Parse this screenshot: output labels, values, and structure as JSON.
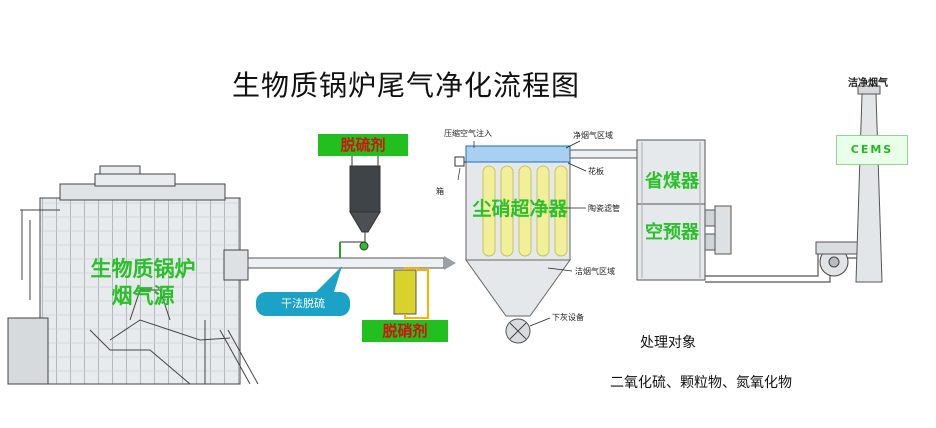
{
  "title": "生物质锅炉尾气净化流程图",
  "boiler": {
    "line1": "生物质锅炉",
    "line2": "烟气源"
  },
  "desulfurizer_label": "脱硫剂",
  "denitrifier_label": "脱硝剂",
  "dry_desulfurization_label": "干法脱硫",
  "dust_collector": {
    "name": "尘硝超净器",
    "compressed_air": "压缩空气注入",
    "box": "箱",
    "clean_gas_zone": "净烟气区域",
    "tube_sheet": "花板",
    "ceramic_filter": "陶瓷滤管",
    "raw_gas_zone": "洁烟气区域",
    "ash_discharge": "下灰设备"
  },
  "economizer": "省煤器",
  "air_preheater": "空预器",
  "cems": "CEMS",
  "clean_flue_gas": "洁净烟气",
  "treatment_title": "处理对象",
  "treatment_items": "二氧化硫、颗粒物、氮氧化物",
  "colors": {
    "accent_green": "#22c01e",
    "label_red": "#d41010",
    "text_green": "#2ac02a",
    "callout_blue": "#1aa3c6",
    "filter_yellow": "#f1ef9a",
    "clean_zone_blue": "#a8d0f0"
  }
}
